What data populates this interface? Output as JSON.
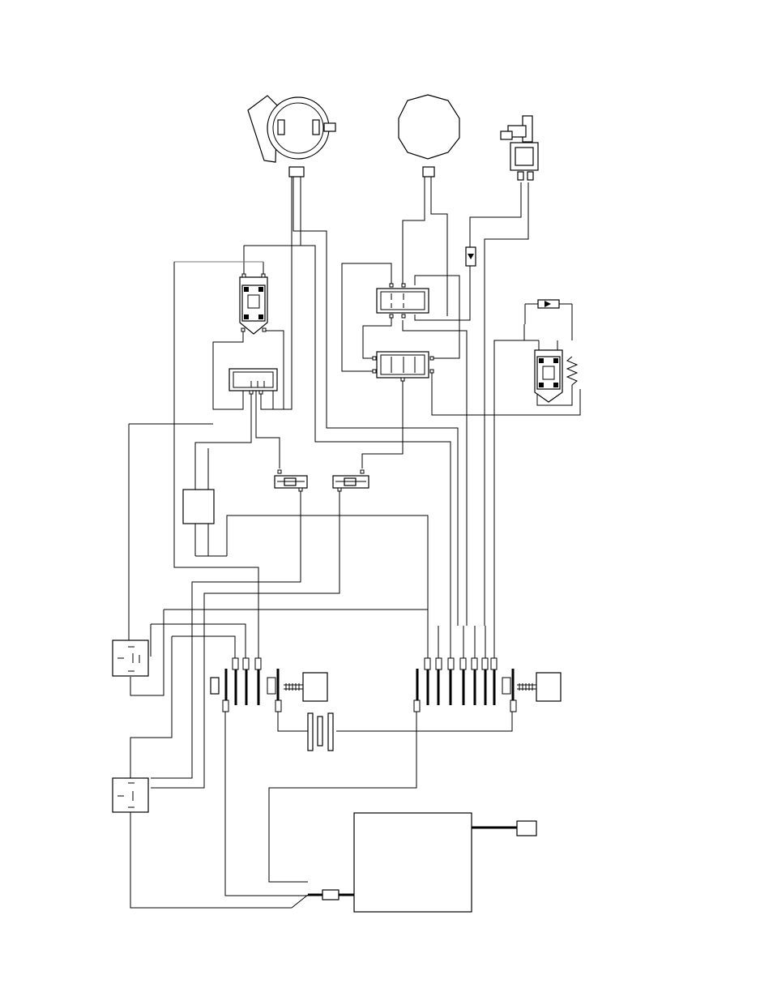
{
  "diagram": {
    "type": "wiring-schematic",
    "background": "#ffffff",
    "line_color": "#000000",
    "components": [
      {
        "id": "blower-motor",
        "icon": "blower-motor-icon"
      },
      {
        "id": "round-sensor",
        "icon": "octagon-sensor-icon"
      },
      {
        "id": "water-valve",
        "icon": "solenoid-valve-icon"
      },
      {
        "id": "relay-left-upper",
        "icon": "relay-icon"
      },
      {
        "id": "relay-right",
        "icon": "relay-icon"
      },
      {
        "id": "switch-module-left",
        "icon": "switch-module-icon"
      },
      {
        "id": "switch-module-center-top",
        "icon": "switch-module-icon"
      },
      {
        "id": "switch-module-center-bottom",
        "icon": "switch-module-icon"
      },
      {
        "id": "inline-fuse-1",
        "icon": "fuse-icon"
      },
      {
        "id": "inline-fuse-2",
        "icon": "fuse-icon"
      },
      {
        "id": "diode-1",
        "icon": "diode-icon"
      },
      {
        "id": "diode-2",
        "icon": "diode-icon"
      },
      {
        "id": "resistor",
        "icon": "resistor-icon"
      },
      {
        "id": "junction-box",
        "icon": "junction-box-icon"
      },
      {
        "id": "connector-left",
        "icon": "multi-pin-connector-icon"
      },
      {
        "id": "connector-right",
        "icon": "multi-pin-connector-icon"
      },
      {
        "id": "mating-plug",
        "icon": "plug-icon"
      },
      {
        "id": "relay-square-1",
        "icon": "relay-icon"
      },
      {
        "id": "relay-square-2",
        "icon": "relay-icon"
      },
      {
        "id": "control-module",
        "icon": "control-module-icon"
      },
      {
        "id": "harness-plug",
        "icon": "plug-icon"
      }
    ]
  }
}
